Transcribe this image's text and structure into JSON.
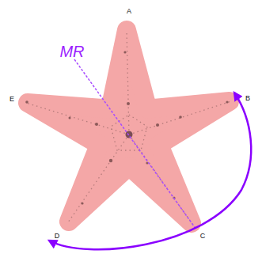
{
  "diagram": {
    "labels": [
      "A",
      "B",
      "C",
      "D",
      "E",
      "MR"
    ]
  }
}
